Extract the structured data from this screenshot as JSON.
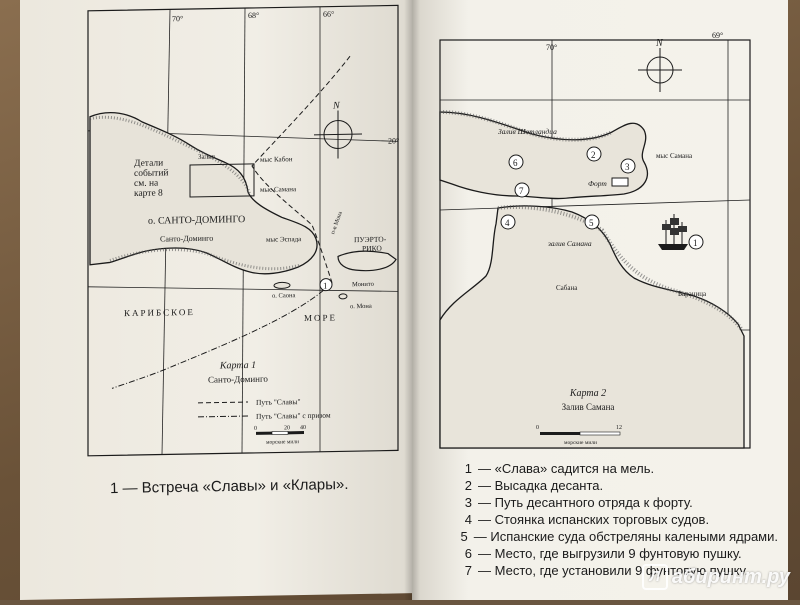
{
  "map1": {
    "lon_70": "70°",
    "lon_68": "68°",
    "lon_66": "66°",
    "lat_20": "20°",
    "north": "N",
    "details_note": [
      "Детали",
      "событий",
      "см. на",
      "карте 8"
    ],
    "island_label": "о. САНТО-ДОМИНГО",
    "city_label": "Санто-Доминго",
    "puerto_rico": [
      "ПУЭРТО-",
      "РИКО"
    ],
    "sea_left": "КАРИБСКОЕ",
    "sea_right": "МОРЕ",
    "cape_cabron": "мыс Кабон",
    "cape_samana": "мыс Самана",
    "cape_espada": "мыс Эспада",
    "bay": "Залив",
    "strait": "п-в Мона",
    "island_mona": "о. Мона",
    "island_saona": "о. Саона",
    "monito": "Монито",
    "marker": "1",
    "title": "Карта 1",
    "subtitle": "Санто-Доминго",
    "legend_path": "Путь \"Славы\"",
    "legend_path_prize": "Путь \"Славы\" с призом",
    "scale_zero": "0",
    "scale_20": "20",
    "scale_40": "40",
    "scale_units": "морские мили"
  },
  "map2": {
    "lon_70": "70°",
    "lon_69": "69°",
    "north": "N",
    "bay_top": "Залив Шотландца",
    "cape": "мыс Самана",
    "fort": "Форт",
    "bay_samana": "залив Самана",
    "sabana": "Сабана",
    "baranica": "Бараница",
    "title": "Карта 2",
    "subtitle": "Залив Самана",
    "scale_zero": "0",
    "scale_12": "12",
    "scale_units": "морские мили",
    "markers": [
      "1",
      "2",
      "3",
      "4",
      "5",
      "6",
      "7"
    ]
  },
  "caption_left": "1 — Встреча «Славы» и «Клары».",
  "legend": [
    {
      "num": "1",
      "text": "— «Слава» садится на мель."
    },
    {
      "num": "2",
      "text": "— Высадка десанта."
    },
    {
      "num": "3",
      "text": "— Путь десантного отряда к форту."
    },
    {
      "num": "4",
      "text": "— Стоянка испанских торговых судов."
    },
    {
      "num": "5",
      "text": "— Испанские суда обстреляны калеными ядрами."
    },
    {
      "num": "6",
      "text": "— Место, где выгрузили 9 фунтовую пушку."
    },
    {
      "num": "7",
      "text": "— Место, где установили 9 фунтовую пушку."
    }
  ],
  "watermark": {
    "badge": "Л",
    "text": "абиринт.ру"
  },
  "colors": {
    "ink": "#1b1b1b",
    "paper": "#f2efe7",
    "table": "#6a5640"
  }
}
